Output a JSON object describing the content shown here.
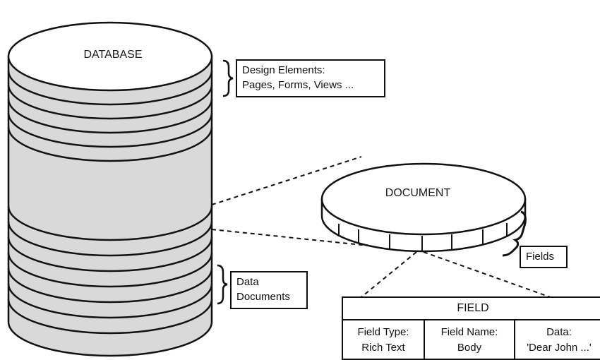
{
  "diagram": {
    "database_label": "DATABASE",
    "document_label": "DOCUMENT",
    "design_elements": {
      "line1": "Design Elements:",
      "line2": "Pages, Forms, Views ..."
    },
    "data_documents": {
      "line1": "Data",
      "line2": "Documents"
    },
    "fields_label": "Fields",
    "field_table": {
      "title": "FIELD",
      "columns": [
        {
          "line1": "Field Type:",
          "line2": "Rich Text"
        },
        {
          "line1": "Field Name:",
          "line2": "Body"
        },
        {
          "line1": "Data:",
          "line2": "'Dear John ...'"
        }
      ]
    },
    "colors": {
      "ink": "#111111",
      "cylinder_fill": "#d9d9d9",
      "background": "#ffffff"
    }
  }
}
